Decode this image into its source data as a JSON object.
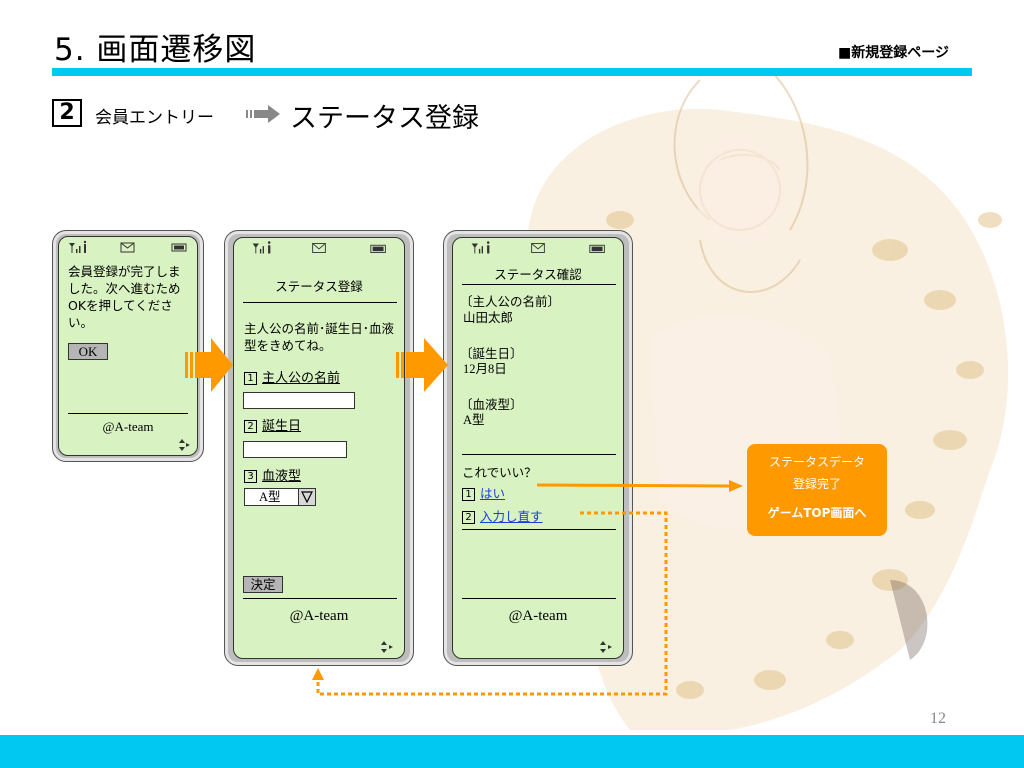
{
  "header": {
    "title": "5. 画面遷移図",
    "section_tag": "■新規登録ページ"
  },
  "step": {
    "number": "2",
    "from_label": "会員エントリー",
    "to_label": "ステータス登録"
  },
  "phone1": {
    "message": "会員登録が完了しました。次へ進むためOKを押してください。",
    "ok_button": "OK",
    "footer": "@A-team"
  },
  "phone2": {
    "title": "ステータス登録",
    "instruction": "主人公の名前･誕生日･血液型をきめてね。",
    "field1_num": "1",
    "field1_label": "主人公の名前",
    "field2_num": "2",
    "field2_label": "誕生日",
    "field3_num": "3",
    "field3_label": "血液型",
    "blood_select_value": "A型",
    "submit_button": "決定",
    "footer": "@A-team"
  },
  "phone3": {
    "title": "ステータス確認",
    "name_label": "〔主人公の名前〕",
    "name_value": "山田太郎",
    "birthday_label": "〔誕生日〕",
    "birthday_value": "12月8日",
    "blood_label": "〔血液型〕",
    "blood_value": "A型",
    "question": "これでいい？",
    "option1_num": "1",
    "option1_label": "はい",
    "option2_num": "2",
    "option2_label": "入力し直す",
    "footer": "@A-team"
  },
  "result": {
    "line1": "ステータスデータ",
    "line2": "登録完了",
    "line3": "ゲームTOP画面へ"
  },
  "page_number": "12",
  "colors": {
    "accent": "#00c8f0",
    "arrow": "#ff9900",
    "screen": "#d8f2c2",
    "link": "#1a3fd6"
  }
}
